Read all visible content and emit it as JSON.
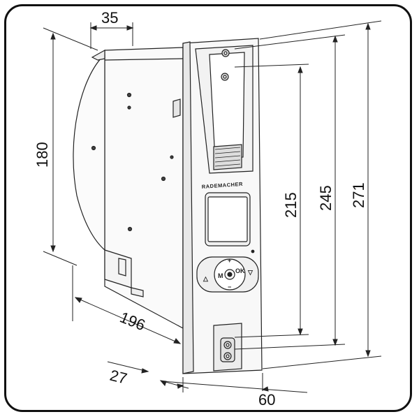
{
  "brand_label": "RADEMACHER",
  "dimensions": {
    "depth_top": "35",
    "height_body": "180",
    "width_body": "196",
    "offset": "27",
    "front_width": "60",
    "height_215": "215",
    "height_245": "245",
    "height_271": "271"
  },
  "buttons": {
    "plus": "+",
    "minus": "−",
    "menu": "M",
    "ok": "OK",
    "left": "△",
    "right": "▽"
  },
  "colors": {
    "line": "#222222",
    "panel": "#f7f7f7",
    "shade": "#d8d8d8"
  }
}
